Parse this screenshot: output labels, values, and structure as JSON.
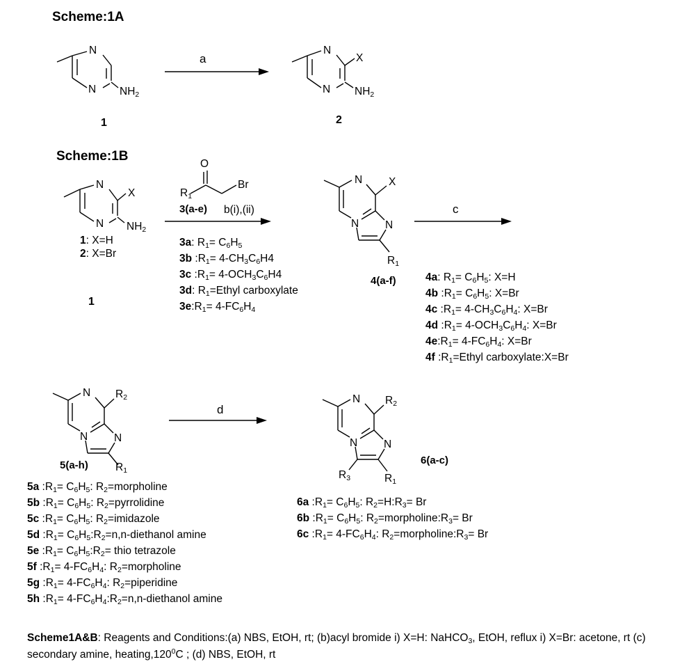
{
  "scheme_1a": {
    "title": "Scheme:1A",
    "reagent": "a",
    "label_1": "1",
    "label_2": "2"
  },
  "scheme_1b": {
    "title": "Scheme:1B",
    "reagent_label": "3(a-e)",
    "reagent_b": "b(i),(ii)",
    "reagent_c": "c",
    "start_label": "1",
    "start_list": [
      {
        "id": "1",
        "text": ": X=H"
      },
      {
        "id": "2",
        "text": ": X=Br"
      }
    ],
    "list_3": [
      {
        "id": "3a",
        "text": ": R",
        "sub": "1",
        "rest": "= C",
        "sub2": "6",
        "rest2": "H",
        "sub3": "5",
        "rest3": ""
      },
      {
        "id": "3b",
        "text": " :R",
        "sub": "1",
        "rest": "= 4-CH",
        "sub2": "3",
        "rest2": "C",
        "sub3": "6",
        "rest3": "H4"
      },
      {
        "id": "3c",
        "text": " :R",
        "sub": "1",
        "rest": "= 4-OCH",
        "sub2": "3",
        "rest2": "C",
        "sub3": "6",
        "rest3": "H4"
      },
      {
        "id": "3d",
        "text": ": R",
        "sub": "1",
        "rest": "=Ethyl carboxylate",
        "sub2": "",
        "rest2": "",
        "sub3": "",
        "rest3": ""
      },
      {
        "id": "3e",
        "text": ":R",
        "sub": "1",
        "rest": "= 4-FC",
        "sub2": "6",
        "rest2": "H",
        "sub3": "4",
        "rest3": ""
      }
    ],
    "label_4": "4(a-f)",
    "list_4": [
      {
        "id": "4a",
        "text": ": R1= C6H5: X=H"
      },
      {
        "id": "4b",
        "text": " :R1= C6H5: X=Br"
      },
      {
        "id": "4c",
        "text": " :R1= 4-CH3C6H4: X=Br"
      },
      {
        "id": "4d",
        "text": " :R1= 4-OCH3C6H4: X=Br"
      },
      {
        "id": "4e",
        "text": ":R1= 4-FC6H4: X=Br"
      },
      {
        "id": "4f",
        "text": " :R1=Ethyl carboxylate:X=Br"
      }
    ]
  },
  "scheme_5_6": {
    "reagent_d": "d",
    "label_5": "5(a-h)",
    "label_6": "6(a-c)",
    "list_5": [
      {
        "id": "5a",
        "text": " :R1= C6H5: R2=morpholine"
      },
      {
        "id": "5b",
        "text": " :R1= C6H5: R2=pyrrolidine"
      },
      {
        "id": "5c",
        "text": " :R1= C6H5: R2=imidazole"
      },
      {
        "id": "5d",
        "text": " :R1= C6H5:R2=n,n-diethanol amine"
      },
      {
        "id": "5e",
        "text": " :R1= C6H5:R2= thio tetrazole"
      },
      {
        "id": "5f",
        "text": " :R1= 4-FC6H4: R2=morpholine"
      },
      {
        "id": "5g",
        "text": " :R1= 4-FC6H4: R2=piperidine"
      },
      {
        "id": "5h",
        "text": " :R1= 4-FC6H4:R2=n,n-diethanol amine"
      }
    ],
    "list_6": [
      {
        "id": "6a",
        "text": " :R1= C6H5: R2=H:R3= Br"
      },
      {
        "id": "6b",
        "text": " :R1= C6H5: R2=morpholine:R3= Br"
      },
      {
        "id": "6c",
        "text": " :R1= 4-FC6H4: R2=morpholine:R3= Br"
      }
    ]
  },
  "atoms": {
    "N": "N",
    "X": "X",
    "NH": "NH",
    "O": "O",
    "Br": "Br",
    "R": "R"
  },
  "caption": {
    "bold": "Scheme1A&B",
    "text": ": Reagents and Conditions:(a) NBS, EtOH, rt; (b)acyl bromide i) X=H: NaHCO3, EtOH, reflux i) X=Br: acetone, rt (c) secondary amine, heating,120°C ; (d) NBS, EtOH, rt"
  }
}
